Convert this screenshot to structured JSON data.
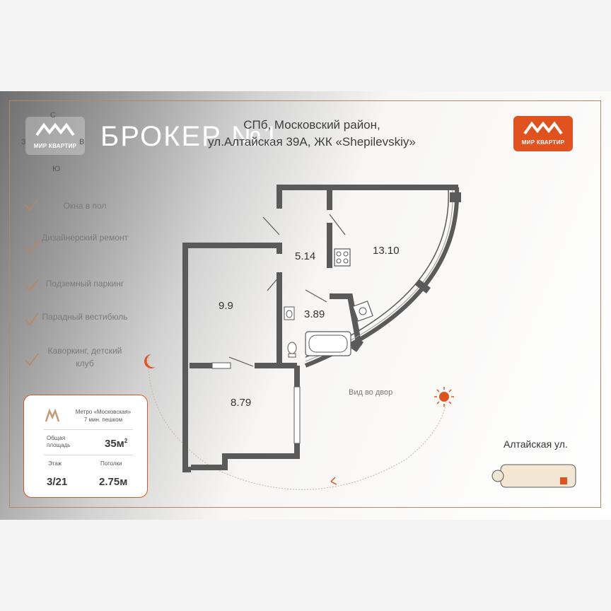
{
  "header": {
    "title": "БРОКЕР №1",
    "address_line1": "СПб, Московский район,",
    "address_line2": "ул.Алтайская 39А, ЖК «Shepilevskiy»"
  },
  "logos": {
    "left_caption": "МИР КВАРТИР",
    "right_caption": "МИР КВАРТИР"
  },
  "compass": {
    "north": "С",
    "south": "Ю",
    "west": "З",
    "east": "В"
  },
  "features": [
    {
      "label": "Окна в пол"
    },
    {
      "label": "Дизайнерский ремонт"
    },
    {
      "label": "Подземный паркинг"
    },
    {
      "label": "Парадный вестибюль"
    },
    {
      "label": "Каворкинг, детский клуб"
    }
  ],
  "rooms": [
    {
      "area": "5.14"
    },
    {
      "area": "13.10"
    },
    {
      "area": "9.9"
    },
    {
      "area": "3.89"
    },
    {
      "area": "8.79"
    }
  ],
  "info": {
    "metro_line1": "Метро «Московская»",
    "metro_line2": "7 мин. пешком",
    "total_area_label_1": "Общая",
    "total_area_label_2": "площадь",
    "total_area_value": "35м",
    "total_area_sup": "2",
    "floor_label": "Этаж",
    "floor_value": "3/21",
    "ceiling_label": "Потолки",
    "ceiling_value": "2.75м"
  },
  "view_label": "Вид во двор",
  "street_label": "Алтайская ул.",
  "colors": {
    "accent": "#e0531f",
    "frame": "#b8875e",
    "wall": "#5a5a5a",
    "sun": "#e0531f"
  },
  "icons": [
    "check-icon",
    "metro-icon",
    "sun-icon",
    "moon-icon",
    "stove-icon",
    "sink-icon",
    "bathtub-icon",
    "toilet-icon"
  ]
}
